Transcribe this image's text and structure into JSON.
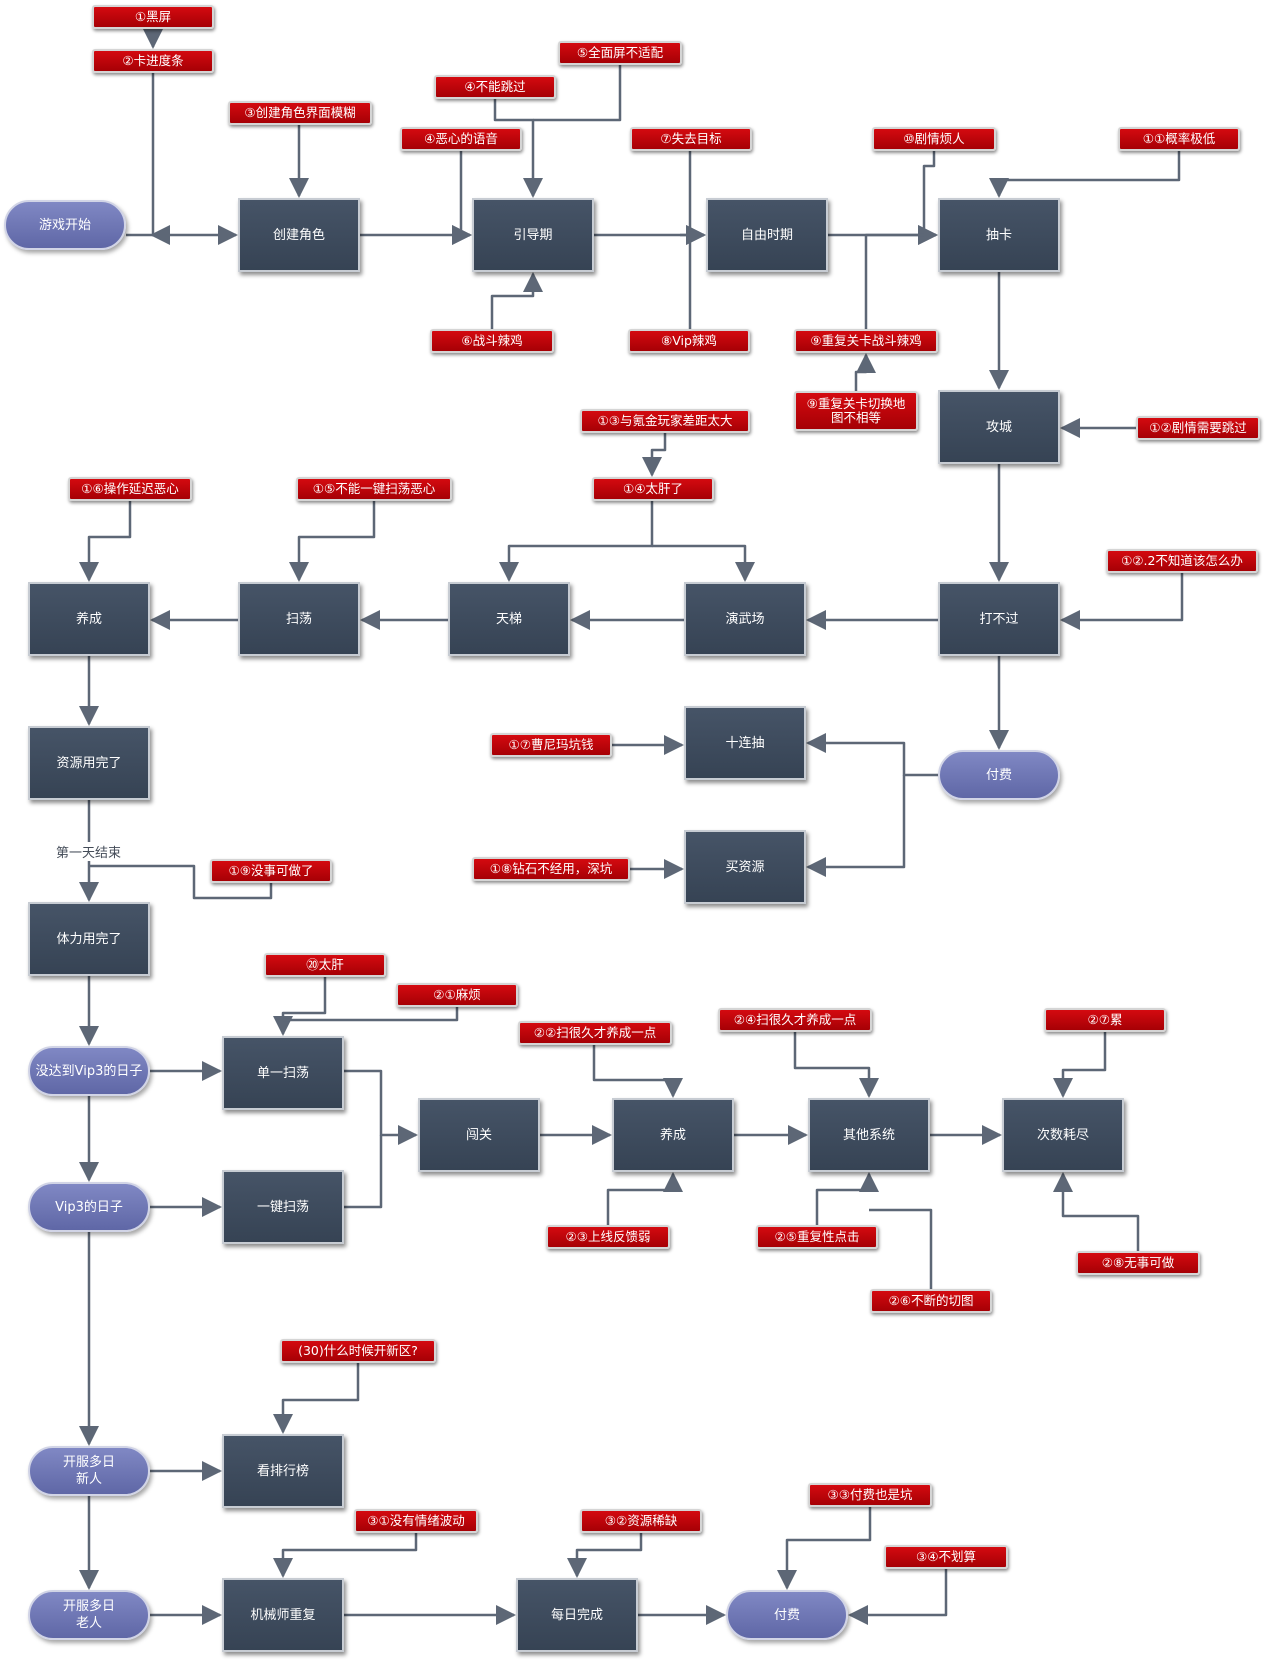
{
  "nodes": {
    "start": "游戏开始",
    "create_role": "创建角色",
    "tutorial": "引导期",
    "free": "自由时期",
    "draw": "抽卡",
    "siege": "攻城",
    "cant_win": "打不过",
    "arena": "演武场",
    "ladder": "天梯",
    "sweep": "扫荡",
    "train": "养成",
    "resources_done": "资源用完了",
    "pay": "付费",
    "ten_draw": "十连抽",
    "buy_res": "买资源",
    "stamina_done": "体力用完了",
    "not_vip3": "没达到Vip3的日子",
    "vip3": "Vip3的日子",
    "single_sweep": "单一扫荡",
    "one_key_sweep": "一键扫荡",
    "stage": "闯关",
    "train2": "养成",
    "other_sys": "其他系统",
    "count_out": "次数耗尽",
    "new_player": "开服多日\n新人",
    "ranking": "看排行榜",
    "old_player": "开服多日\n老人",
    "mech_repeat": "机械师重复",
    "daily_done": "每日完成",
    "pay2": "付费"
  },
  "labels": {
    "day_end": "第一天结束"
  },
  "notes": {
    "n1": "①黑屏",
    "n2": "②卡进度条",
    "n3": "③创建角色界面模糊",
    "n4a": "④不能跳过",
    "n4b": "④恶心的语音",
    "n5": "⑤全面屏不适配",
    "n6": "⑥战斗辣鸡",
    "n7": "⑦失去目标",
    "n8": "⑧Vip辣鸡",
    "n9a": "⑨重复关卡战斗辣鸡",
    "n9b": "⑨重复关卡切换地\n图不相等",
    "n10": "⑩剧情烦人",
    "n11": "①①概率极低",
    "n12": "①②剧情需要跳过",
    "n12b": "①②.2不知道该怎么办",
    "n13": "①③与氪金玩家差距太大",
    "n14": "①④太肝了",
    "n15": "①⑤不能一键扫荡恶心",
    "n16": "①⑥操作延迟恶心",
    "n17": "①⑦曹尼玛坑钱",
    "n18": "①⑧钻石不经用，深坑",
    "n19": "①⑨没事可做了",
    "n20": "⑳太肝",
    "n21": "②①麻烦",
    "n22": "②②扫很久才养成一点",
    "n23": "②③上线反馈弱",
    "n24": "②④扫很久才养成一点",
    "n25": "②⑤重复性点击",
    "n26": "②⑥不断的切图",
    "n27": "②⑦累",
    "n28": "②⑧无事可做",
    "n30": "(30)什么时候开新区?",
    "n31": "③①没有情绪波动",
    "n32": "③②资源稀缺",
    "n33": "③③付费也是坑",
    "n34": "③④不划算"
  },
  "colors": {
    "box": "#3b4859",
    "pill": "#6d75b5",
    "note": "#c20006",
    "edge": "#5d6776"
  }
}
